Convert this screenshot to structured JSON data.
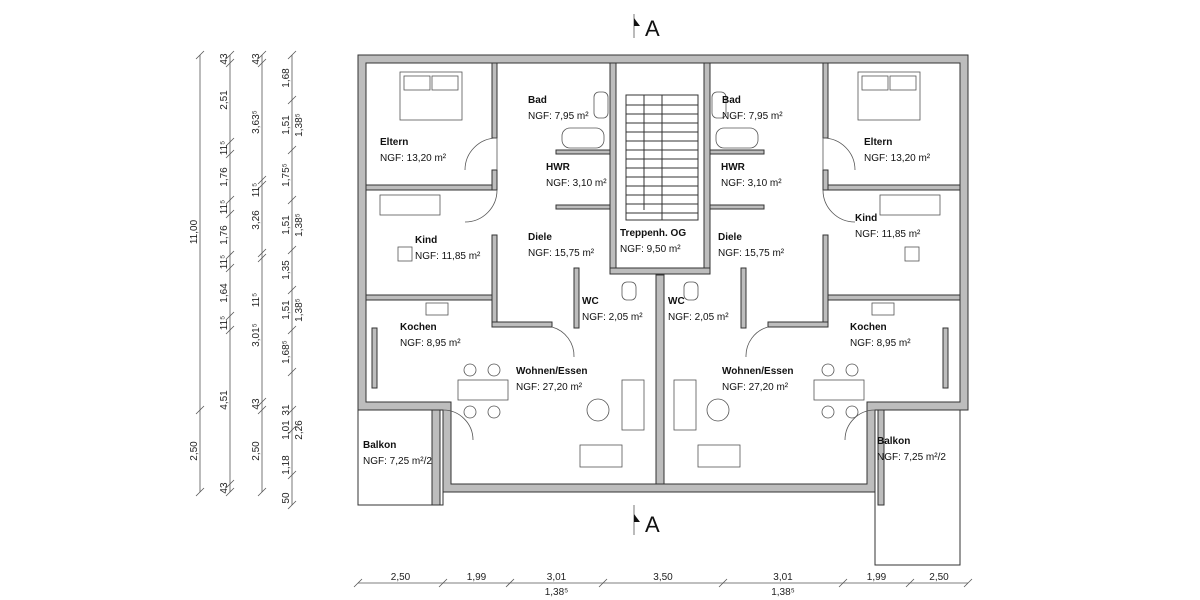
{
  "section_marker": "A",
  "rooms": [
    {
      "name": "Bad",
      "area": "NGF: 7,95 m²"
    },
    {
      "name": "Eltern",
      "area": "NGF: 13,20 m²"
    },
    {
      "name": "HWR",
      "area": "NGF: 3,10 m²"
    },
    {
      "name": "Kind",
      "area": "NGF: 11,85 m²"
    },
    {
      "name": "Diele",
      "area": "NGF: 15,75 m²"
    },
    {
      "name": "Treppenh. OG",
      "area": "NGF:   9,50 m²"
    },
    {
      "name": "WC",
      "area": "NGF: 2,05 m²"
    },
    {
      "name": "Kochen",
      "area": "NGF: 8,95 m²"
    },
    {
      "name": "Wohnen/Essen",
      "area": "NGF:   27,20 m²"
    },
    {
      "name": "Balkon",
      "area": "NGF: 7,25 m²/2"
    },
    {
      "name": "Bad",
      "area": "NGF: 7,95 m²"
    },
    {
      "name": "Eltern",
      "area": "NGF: 13,20 m²"
    },
    {
      "name": "HWR",
      "area": "NGF: 3,10 m²"
    },
    {
      "name": "Kind",
      "area": "NGF: 11,85 m²"
    },
    {
      "name": "Diele",
      "area": "NGF: 15,75 m²"
    },
    {
      "name": "WC",
      "area": "NGF: 2,05 m²"
    },
    {
      "name": "Kochen",
      "area": "NGF: 8,95 m²"
    },
    {
      "name": "Wohnen/Essen",
      "area": "NGF:   27,20 m²"
    },
    {
      "name": "Balkon",
      "area": "NGF: 7,25 m²/2"
    }
  ],
  "dimensions": {
    "bottom": [
      "2,50",
      "1,99",
      "3,01",
      "3,50",
      "3,01",
      "1,99",
      "2,50"
    ],
    "bottom_sub": [
      "1,38⁵",
      "1,38⁵"
    ],
    "col1": [
      "11,00",
      "2,50"
    ],
    "col2": [
      "43",
      "2,51",
      "11⁵",
      "1,76",
      "11⁵",
      "1,76",
      "11⁵",
      "1,64",
      "11⁵",
      "4,51",
      "43"
    ],
    "col3": [
      "43",
      "3,63⁵",
      "11⁵",
      "3,26",
      "11⁵",
      "3,01⁵",
      "43",
      "2,50"
    ],
    "col4": [
      "1,68",
      "1,51",
      "1,38⁵",
      "1,75⁵",
      "1,51",
      "1,38⁵",
      "1,35",
      "1,51",
      "1,38⁵",
      "1,68⁵",
      "31",
      "1,01",
      "2,26",
      "1,18",
      "50"
    ]
  }
}
